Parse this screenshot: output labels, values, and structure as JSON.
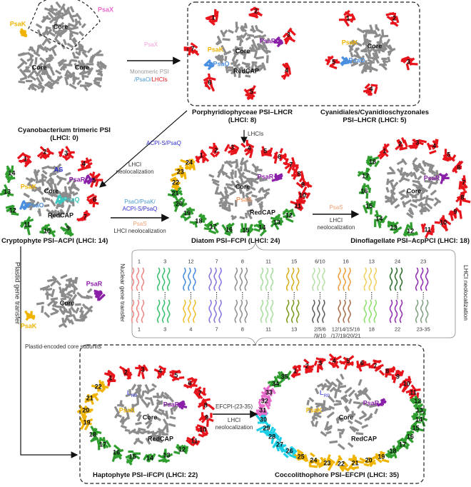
{
  "colors": {
    "red": "#e8141c",
    "green": "#2f9e2f",
    "yellow": "#f0b400",
    "cyan": "#1ccfe6",
    "pink": "#e86ccc",
    "core": "#8c8c8c",
    "purple": "#8a1fa8",
    "blue": "#4a8fe0",
    "navy": "#2a2ad0",
    "teal": "#3ec7c0",
    "orange": "#f0a070",
    "violet": "#7070e0"
  },
  "titles": {
    "cyano": [
      "Cyanobacterium trimeric PSI",
      "(LHCI: 0)"
    ],
    "porphy": [
      "Porphyridiophyceae PSI–LHCR",
      "(LHCI: 8)"
    ],
    "cyanid": [
      "Cyanidiales/Cyanidioschyzonales",
      "PSI–LHCR (LHCI: 5)"
    ],
    "crypto": "Cryptophyte PSI–ACPI (LHCI: 14)",
    "diatom": "Diatom PSI–FCPI (LHCI: 24)",
    "dino": "Dinoflagellate PSI–AcpPCI (LHCI: 18)",
    "plastid": "Plastid-encoded core subunits",
    "hapto": "Haptophyte PSI–iFCPI (LHCI: 22)",
    "cocco": "Coccolithophore PSI–EFCPI (LHCI: 35)"
  },
  "arrows": {
    "a1_top": "PsaX",
    "a1_bot1": "Monomeric PSI",
    "a1_bot2a": "/PsaO/",
    "a1_bot2b": "LHCIs",
    "a2": "LHCIs",
    "a3_top": "ACPI-S/PsaQ",
    "a3_bot": [
      "LHCI",
      "neolocalization"
    ],
    "a4_top1": "PsaO/PsaK/",
    "a4_top2": "ACPI-S/PsaQ",
    "a4_bot1": "PsaS",
    "a4_bot2": "LHCI neolocalization",
    "a5_top": "PsaS",
    "a5_bot": [
      "LHCI",
      "neolocalization"
    ],
    "a6_top": "EFCPI-(23-35)",
    "a6_bot": [
      "LHCI",
      "neolocalization"
    ],
    "plastid_transfer": "Plastid gene transfer",
    "nuclear_transfer": "Nuclear gene transfer",
    "lhci_neo": "LHCI neolocalization"
  },
  "labels": {
    "core": "Core",
    "psak": "PsaK",
    "psax": "PsaX",
    "psar": "PsaR",
    "psao": "PsaO",
    "psaq": "PsaQ",
    "psas": "PsaS",
    "redcap": "RedCAP",
    "as": "AS",
    "lrp": "L",
    "lrp_sub": "RP"
  },
  "complexes": {
    "porphy": {
      "red": [
        "1",
        "2",
        "3",
        "4",
        "5",
        "6",
        "7"
      ]
    },
    "cyanid": {
      "red": [
        "1",
        "2",
        "3",
        "4",
        "5"
      ]
    },
    "crypto": {
      "red": [
        "1",
        "2",
        "3",
        "4",
        "5",
        "6",
        "7"
      ],
      "green": [
        "9",
        "10",
        "11",
        "12",
        "13",
        "14"
      ]
    },
    "diatom": {
      "red": [
        "1",
        "2",
        "3",
        "4",
        "5",
        "6",
        "7",
        "8",
        "9",
        "10",
        "11"
      ],
      "green": [
        "12",
        "13",
        "14",
        "15",
        "16",
        "17",
        "18",
        "19",
        "20",
        "21"
      ],
      "yellow": [
        "22",
        "23",
        "24"
      ]
    },
    "dino": {
      "red": [
        "1",
        "2",
        "3",
        "4",
        "5",
        "6",
        "7",
        "8",
        "9",
        "10",
        "11"
      ],
      "green": [
        "12",
        "13",
        "14",
        "15",
        "16",
        "17",
        "18"
      ]
    },
    "hapto": {
      "red": [
        "1",
        "2",
        "3",
        "4",
        "5",
        "6",
        "7",
        "8",
        "9",
        "10",
        "11"
      ],
      "green": [
        "12",
        "13",
        "14",
        "15",
        "16",
        "17",
        "18"
      ],
      "yellow": [
        "19",
        "20",
        "21",
        "22"
      ]
    },
    "cocco": {
      "red": [
        "1",
        "2",
        "3",
        "4",
        "5",
        "6",
        "7",
        "8",
        "9",
        "10",
        "11"
      ],
      "green": [
        "12",
        "13",
        "14",
        "15",
        "16",
        "17",
        "18"
      ],
      "yellow": [
        "19",
        "20",
        "21",
        "22",
        "23",
        "24",
        "25"
      ],
      "cyan": [
        "26",
        "27",
        "28",
        "29",
        "30"
      ],
      "pink": [
        "31",
        "32",
        "33"
      ],
      "green2": [
        "34",
        "35"
      ]
    }
  },
  "strip": {
    "top": [
      "1",
      "3",
      "12",
      "7",
      "8",
      "11",
      "15",
      "6/10",
      "16",
      "13",
      "24",
      "23"
    ],
    "bottom": [
      [
        "1"
      ],
      [
        "3"
      ],
      [
        "4"
      ],
      [
        "7"
      ],
      [
        "8"
      ],
      [
        "11"
      ],
      [
        "13"
      ],
      [
        "2/5/6",
        "/9/10"
      ],
      [
        "12/14/15/16",
        "/17/19/20/21"
      ],
      [
        "18"
      ],
      [
        "22"
      ],
      [
        "23-35"
      ]
    ],
    "top_colors": [
      "#f08a8a",
      "#3cc070",
      "#4a8fe0",
      "#8878e0",
      "#909090",
      "#a8dca0",
      "#d8b020",
      "#b8e0a8",
      "#f0a040",
      "#f0d060",
      "#2f6f2f",
      "#9030b0"
    ],
    "bottom_colors": [
      "#f08a8a",
      "#3cc070",
      "#f0c030",
      "#8878e0",
      "#909090",
      "#a8dca0",
      "#7a9a20",
      "#606060",
      "#b07050",
      "#90e070",
      "#9030b0",
      "#80a080"
    ]
  }
}
